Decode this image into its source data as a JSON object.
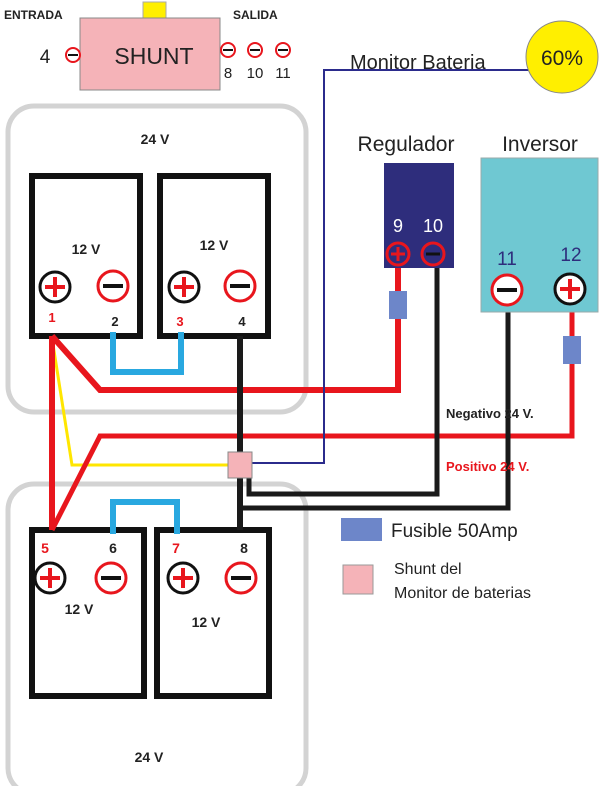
{
  "shunt": {
    "label": "SHUNT",
    "entrada": "ENTRADA",
    "salida": "SALIDA",
    "in_terminal": "4",
    "out_terminals": [
      "8",
      "10",
      "11"
    ]
  },
  "monitor": {
    "label": "Monitor Bateria",
    "percent": "60%"
  },
  "regulador": {
    "title": "Regulador",
    "pos_terminal": "9",
    "neg_terminal": "10"
  },
  "inversor": {
    "title": "Inversor",
    "neg_terminal": "11",
    "pos_terminal": "12"
  },
  "bank_top": {
    "voltage": "24 V",
    "batteries": [
      {
        "voltage": "12 V",
        "pos": "1",
        "neg": "2"
      },
      {
        "voltage": "12 V",
        "pos": "3",
        "neg": "4"
      }
    ]
  },
  "bank_bottom": {
    "voltage": "24 V",
    "batteries": [
      {
        "voltage": "12 V",
        "pos": "5",
        "neg": "6"
      },
      {
        "voltage": "12 V",
        "pos": "7",
        "neg": "8"
      }
    ]
  },
  "wire_labels": {
    "negativo": "Negativo 24 V.",
    "positivo": "Positivo 24 V."
  },
  "legend": {
    "fuse": "Fusible 50Amp",
    "shunt_line1": "Shunt del",
    "shunt_line2": "Monitor de baterias"
  },
  "colors": {
    "positive_wire": "#e8161d",
    "negative_wire": "#1a1a1a",
    "bridge_wire": "#29a8e0",
    "monitor_wire": "#2b2b8c",
    "yellow_wire": "#ffe600",
    "regulador_fill": "#2e2d7c",
    "inversor_fill": "#6fc8d2",
    "shunt_fill": "#f5b3b8",
    "fuse_fill": "#6d86c9",
    "monitor_fill": "#ffef00"
  }
}
